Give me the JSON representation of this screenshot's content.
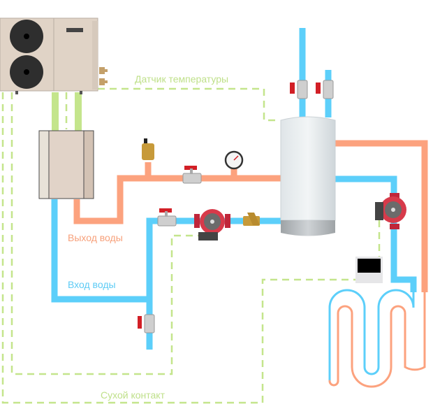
{
  "colors": {
    "hot_pipe": "#fca27e",
    "cold_pipe": "#5ccffa",
    "signal_wire": "#c4e58c",
    "unit_body": "#e3d5c7",
    "tank": "#e9eef0",
    "valve_red": "#d21f26",
    "brass": "#c79a3a"
  },
  "labels": {
    "outdoor_unit": "Наружный блок",
    "indoor_unit": "Внутренний блок",
    "temp_sensor": "Датчик температуры",
    "water_fill": "Заполнение водой",
    "release_valve": "Выпускной клапан",
    "air_valve": "Воздушный клапан",
    "manometer": "Манометр",
    "reserve_tank": "Резервный бак",
    "filter": "Фильтр",
    "pump_left": "Насос",
    "pump_right": "Насос",
    "water_out": "Выход воды",
    "water_in": "Вход воды",
    "drain_valve": "Дренажный клапан",
    "thermostat": "Термостат",
    "floor_loop": "Контур теплого пола",
    "dry_contact": "Сухой контакт"
  },
  "icons": {
    "outdoor_unit": "heat-pump-outdoor-unit-icon",
    "indoor_unit": "indoor-unit-icon",
    "tank": "buffer-tank-icon",
    "pump": "circulation-pump-icon",
    "valve": "ball-valve-icon",
    "air_valve": "air-vent-valve-icon",
    "manometer": "pressure-gauge-icon",
    "filter": "y-strainer-icon",
    "thermostat": "thermostat-icon"
  }
}
